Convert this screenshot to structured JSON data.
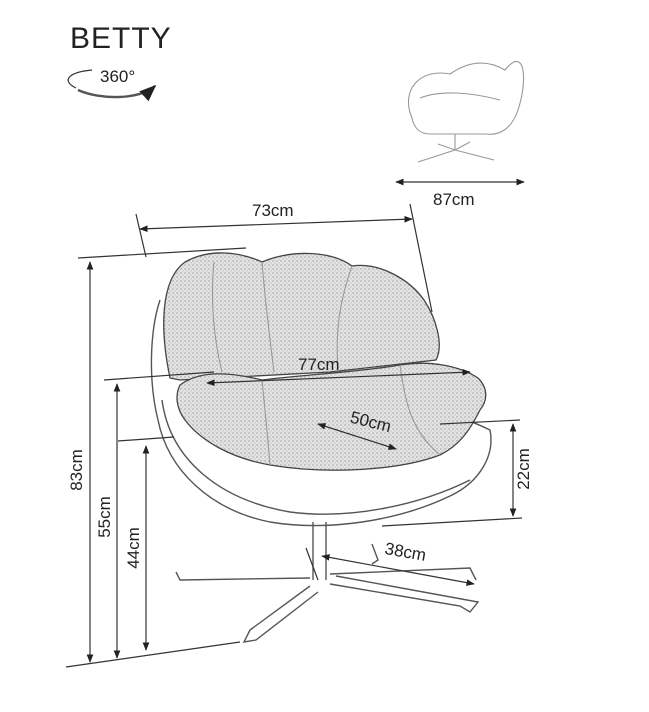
{
  "product": {
    "name": "BETTY",
    "rotation_label": "360°"
  },
  "dimensions": {
    "width": "73cm",
    "depth": "87cm",
    "seat_width": "77cm",
    "seat_depth": "50cm",
    "total_height": "83cm",
    "armrest_height": "55cm",
    "seat_height": "44cm",
    "armrest_to_seat": "22cm",
    "base_radius": "38cm"
  }
}
